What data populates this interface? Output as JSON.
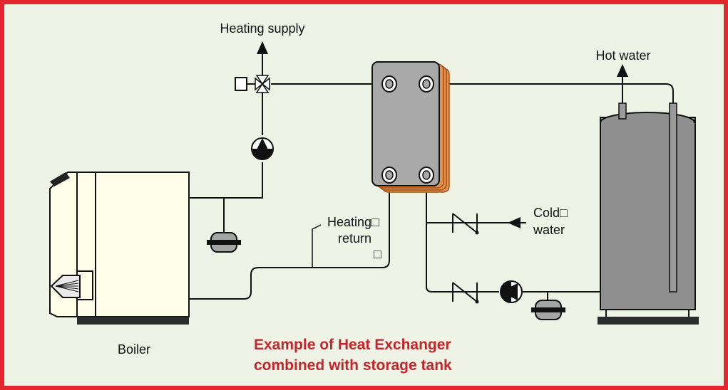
{
  "labels": {
    "heating_supply": "Heating supply",
    "hot_water": "Hot water",
    "heating_return_line1": "Heating□",
    "heating_return_line2": "return",
    "heating_return_box": "□",
    "cold_water_line1": "Cold□",
    "cold_water_line2": "water",
    "boiler": "Boiler"
  },
  "caption": {
    "line1": "Example of Heat Exchanger",
    "line2": "combined with storage tank"
  },
  "colors": {
    "frame_border": "#e3262d",
    "background": "#eef3e6",
    "caption_text": "#c4252b",
    "exchanger_plates": "#e6904a",
    "exchanger_body": "#a9a9a9",
    "tank_body": "#8f8f8f",
    "boiler_body": "#fdfde8"
  },
  "icons": [
    "three-way-valve-icon",
    "pump-icon",
    "expansion-vessel-icon",
    "check-valve-icon",
    "arrow-up-icon",
    "arrow-left-icon",
    "thermostat-icon"
  ]
}
